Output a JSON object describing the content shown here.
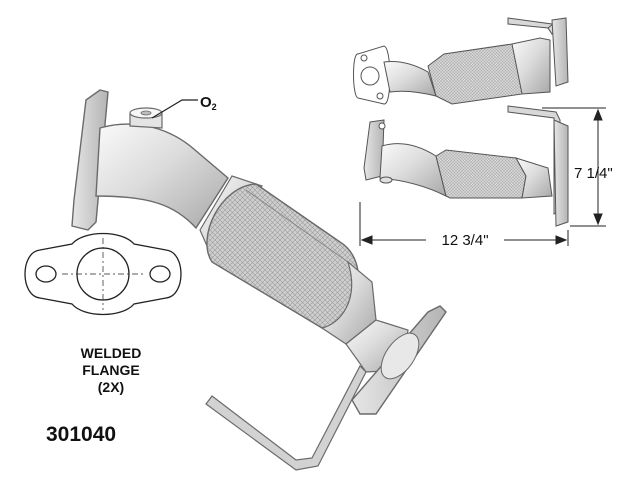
{
  "labels": {
    "sensor_prefix": "O",
    "sensor_subscript": "2",
    "flange_line1": "WELDED",
    "flange_line2": "FLANGE",
    "flange_line3": "(2X)",
    "part_number": "301040",
    "height_dim": "7 1/4\"",
    "length_dim": "12 3/4\""
  },
  "colors": {
    "outline": "#6a6a6a",
    "metal_light": "#f2f2f2",
    "metal_mid": "#c8c8c8",
    "metal_dark": "#9a9a9a",
    "text": "#111111"
  }
}
